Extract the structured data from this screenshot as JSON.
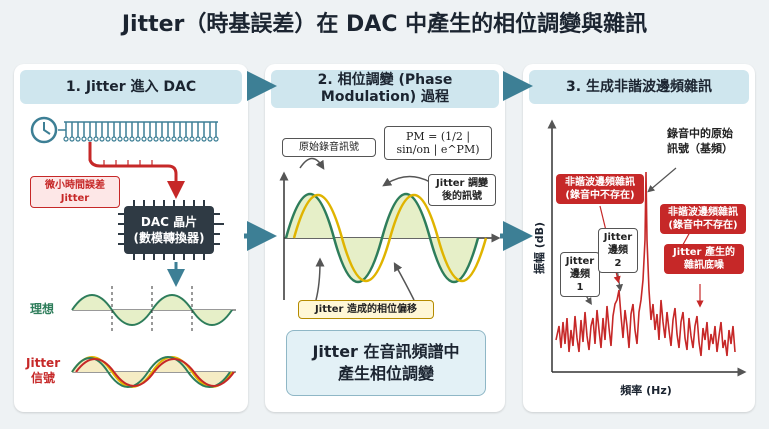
{
  "title": "Jitter（時基誤差）在 DAC 中產生的相位調變與雜訊",
  "panel1": {
    "heading": "1. Jitter 進入 DAC",
    "jitter_label_line1": "微小時間誤差",
    "jitter_label_line2": "Jitter",
    "chip_line1": "DAC 晶片",
    "chip_line2": "(數模轉換器)",
    "ideal_label": "理想",
    "jitter_signal_line1": "Jitter",
    "jitter_signal_line2": "信號"
  },
  "panel2": {
    "heading_line1": "2. 相位調變 (Phase",
    "heading_line2": "Modulation) 過程",
    "original_label": "原始錄音訊號",
    "formula": "PM = (1/2 | sin/on | e^PM)",
    "modulated_line1": "Jitter 調變",
    "modulated_line2": "後的訊號",
    "phase_shift_label": "Jitter 造成的相位偏移",
    "summary_line1": "Jitter 在音訊頻譜中",
    "summary_line2": "產生相位調變"
  },
  "panel3": {
    "heading": "3. 生成非諧波邊頻雜訊",
    "fundamental_line1": "錄音中的原始",
    "fundamental_line2": "訊號（基頻）",
    "left_sideband_line1": "非諧波邊頻雜訊",
    "left_sideband_line2": "(錄音中不存在)",
    "right_sideband_line1": "非諧波邊頻雜訊",
    "right_sideband_line2": "(錄音中不存在)",
    "sideband1_line1": "Jitter",
    "sideband1_line2": "邊頻 1",
    "sideband2_line1": "Jitter",
    "sideband2_line2": "邊頻 2",
    "noise_floor_line1": "Jitter 產生的",
    "noise_floor_line2": "雜訊底噪",
    "ylabel": "振幅 (dB)",
    "xlabel": "頻率 (Hz)"
  },
  "colors": {
    "red": "#c62828",
    "green": "#2e7d5b",
    "yellow": "#e0b400",
    "teal": "#3d7f95",
    "dark": "#1b2430"
  }
}
